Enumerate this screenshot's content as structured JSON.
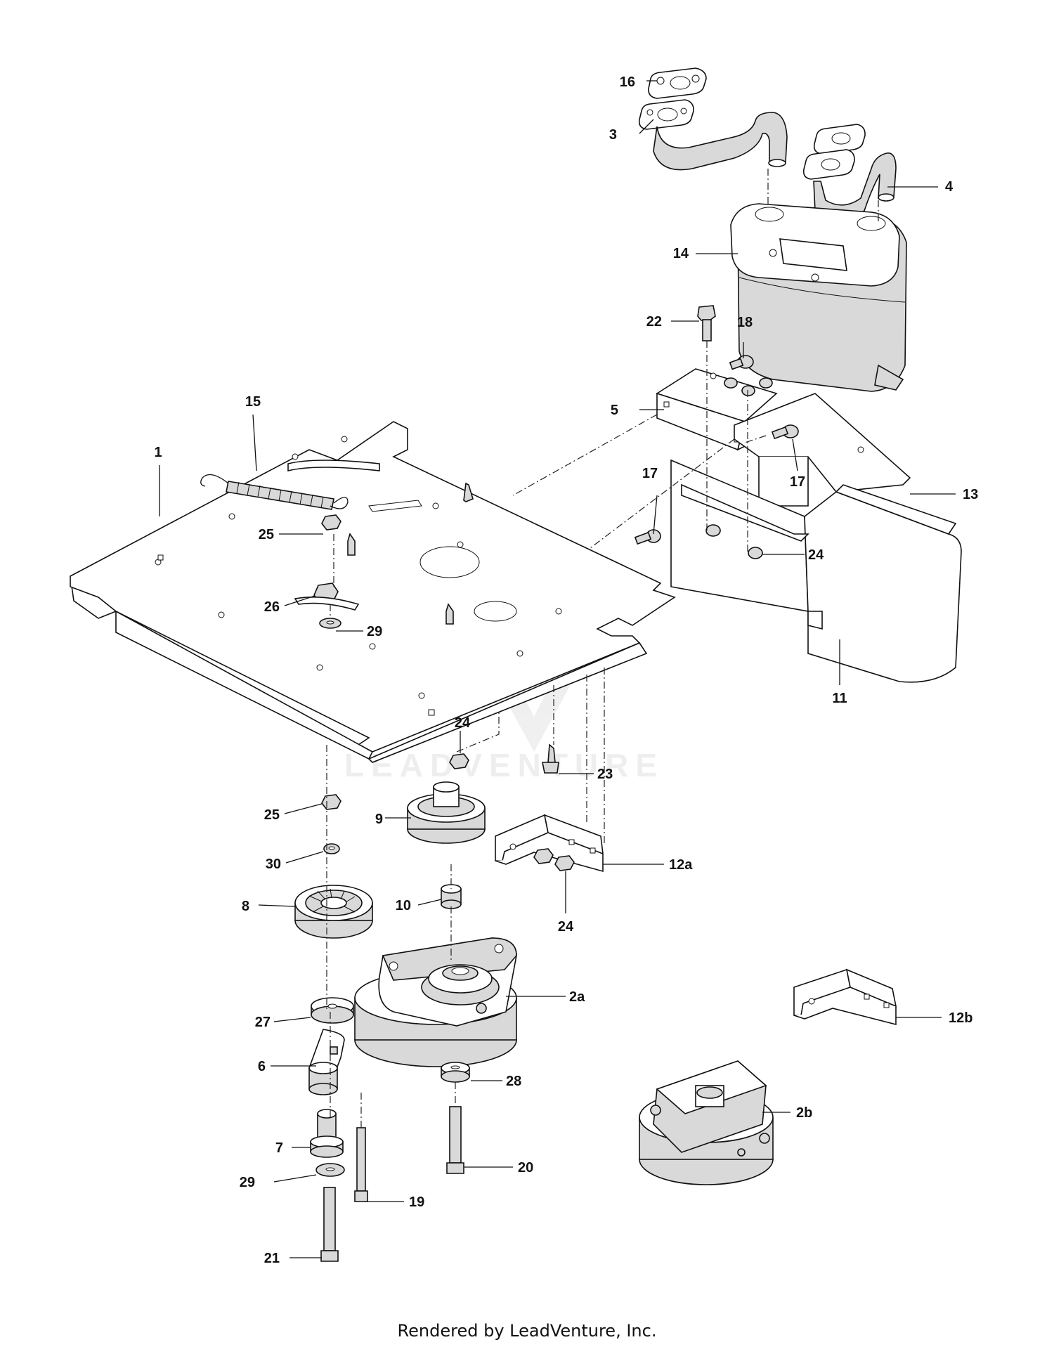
{
  "watermark": "LEADVENTURE",
  "footer": "Rendered by LeadVenture, Inc.",
  "callouts": {
    "c1": "1",
    "c2a": "2a",
    "c2b": "2b",
    "c3": "3",
    "c4": "4",
    "c5": "5",
    "c6": "6",
    "c7": "7",
    "c8": "8",
    "c9": "9",
    "c10": "10",
    "c11": "11",
    "c12a": "12a",
    "c12b": "12b",
    "c13": "13",
    "c14": "14",
    "c15": "15",
    "c16": "16",
    "c17a": "17",
    "c17b": "17",
    "c18": "18",
    "c19": "19",
    "c20": "20",
    "c21": "21",
    "c22": "22",
    "c23": "23",
    "c24a": "24",
    "c24b": "24",
    "c24c": "24",
    "c25a": "25",
    "c25b": "25",
    "c26": "26",
    "c27": "27",
    "c28": "28",
    "c29a": "29",
    "c29b": "29",
    "c30": "30"
  },
  "icons": {
    "watermark_logo": "flame-v-logo-icon"
  }
}
